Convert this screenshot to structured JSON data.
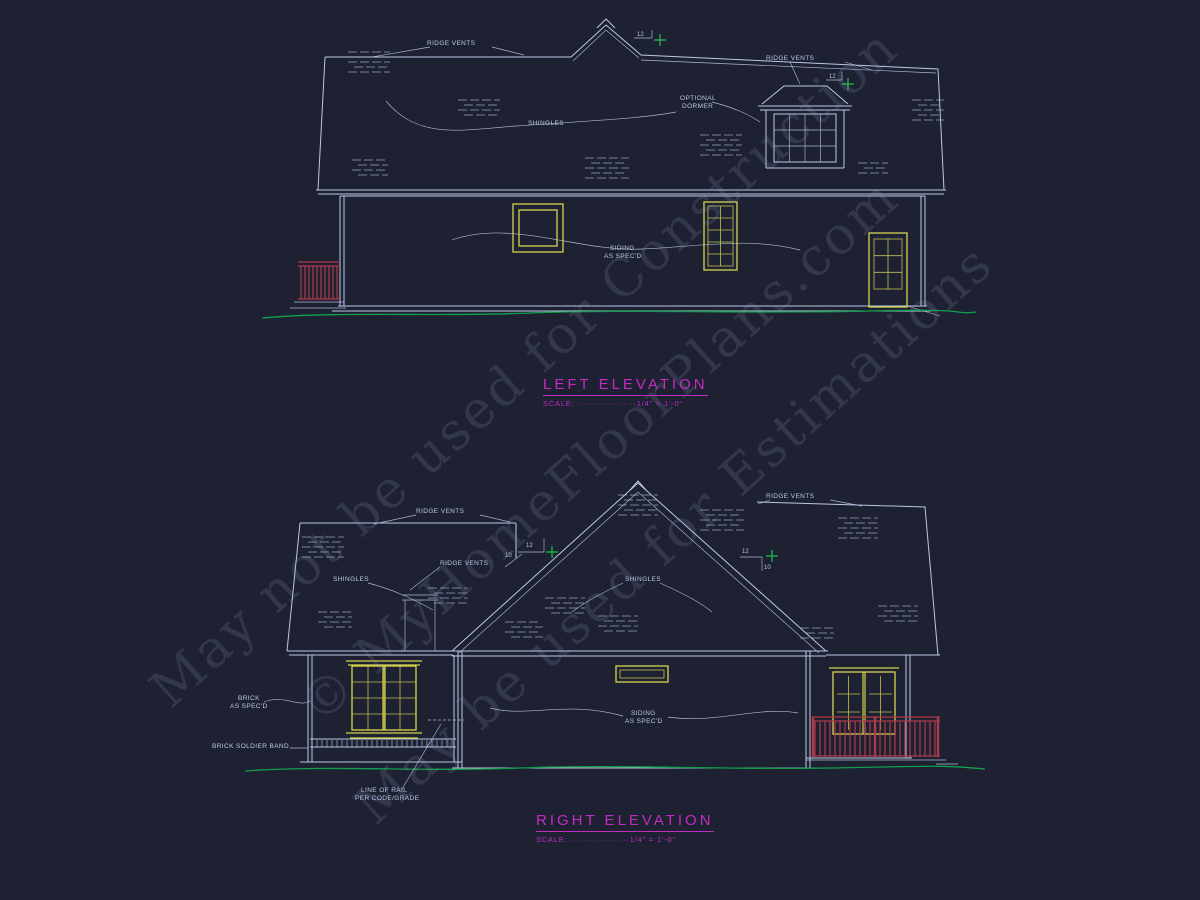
{
  "palette": {
    "bg": "#1d2132",
    "line": "#bcc9e4",
    "yellow": "#d6d44e",
    "red": "#b03a4a",
    "ground": "#12a04c",
    "pgreen": "#1fc24a",
    "magenta": "#c32cc3",
    "watermark": "rgba(152,168,210,0.17)"
  },
  "watermark": {
    "lines": [
      "May not be used for Construction",
      "© MyHomeFloorPlans.com",
      "May be used for Estimations"
    ]
  },
  "left_elevation": {
    "title": "LEFT ELEVATION",
    "scale": "SCALE: ··················1/4\" = 1'-0\"",
    "labels": {
      "ridge_vents": "RIDGE VENTS",
      "ridge_vents_2": "RIDGE VENTS",
      "shingles": "SHINGLES",
      "optional": "OPTIONAL",
      "dormer": "DORMER",
      "siding": "SIDING",
      "as_specd": "AS SPEC'D",
      "pitch_rise": "12",
      "pitch_rise_dormer": "12"
    }
  },
  "right_elevation": {
    "title": "RIGHT ELEVATION",
    "scale": "SCALE: ··················1/4\" = 1'-0\"",
    "labels": {
      "ridge_vents_1": "RIDGE VENTS",
      "ridge_vents_2": "RIDGE VENTS",
      "ridge_vents_3": "RIDGE VENTS",
      "shingles_1": "SHINGLES",
      "shingles_2": "SHINGLES",
      "brick": "BRICK",
      "brick_spec": "AS SPEC'D",
      "soldier_band": "BRICK SOLDIER BAND",
      "siding": "SIDING",
      "siding_spec": "AS SPEC'D",
      "rail_1": "LINE OF RAIL",
      "rail_2": "PER CODE/GRADE",
      "pitch_rise_1": "12",
      "pitch_run_1": "10",
      "pitch_rise_2": "12",
      "pitch_run_2": "10"
    }
  }
}
